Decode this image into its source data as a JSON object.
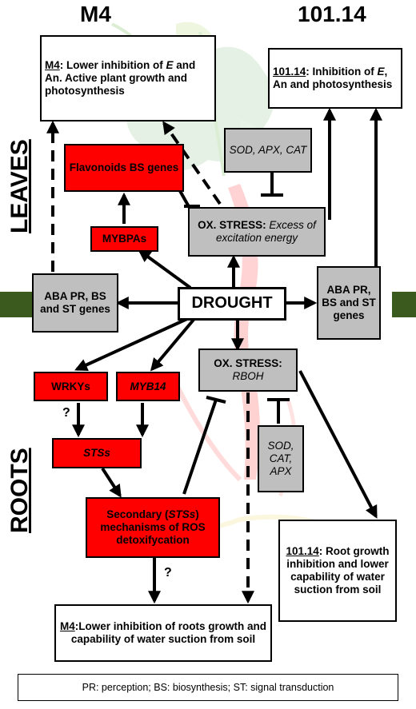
{
  "headers": {
    "left": "M4",
    "right": "101.14"
  },
  "side_labels": {
    "leaves": "LEAVES",
    "roots": "ROOTS"
  },
  "colors": {
    "gene_box": "#ff0000",
    "process_box": "#bfbfbf",
    "outcome_box": "#ffffff",
    "soil_band": "#3a5a1e"
  },
  "boxes": {
    "m4_leaves": {
      "prefix": "M4",
      "text_a": ": Lower inhibition of ",
      "italic": "E",
      "text_b": " and An. Active plant growth and photosynthesis"
    },
    "l10114_leaves": {
      "prefix": "101.14",
      "text_a": ": Inhibition of ",
      "italic": "E",
      "text_b": ", An and photosynthesis"
    },
    "flavonoids": "Flavonoids BS genes",
    "sod_apx_cat": "SOD, APX, CAT",
    "mybpas": "MYBPAs",
    "ox_stress_leaves": {
      "prefix": "OX. STRESS:",
      "italic": "Excess of excitation energy"
    },
    "aba_left": "ABA PR, BS and ST genes",
    "drought": "DROUGHT",
    "aba_right": "ABA PR, BS and ST genes",
    "ox_stress_roots": {
      "prefix": "OX. STRESS:",
      "italic": "RBOH"
    },
    "wrkys": "WRKYs",
    "myb14": "MYB14",
    "question_1": "?",
    "stss": "STSs",
    "sod_cat_apx": "SOD, CAT, APX",
    "secondary": {
      "text_a": "Secondary (",
      "italic": "STSs",
      "text_b": ") mechanisms of ROS detoxifycation"
    },
    "question_2": "?",
    "l10114_roots": {
      "prefix": "101.14",
      "text": ": Root growth inhibition and lower capability of water suction from soil"
    },
    "m4_roots": {
      "prefix": "M4",
      "text": ":Lower inhibition of roots growth and capability of water suction from soil"
    },
    "legend": "PR: perception; BS: biosynthesis; ST: signal transduction"
  }
}
